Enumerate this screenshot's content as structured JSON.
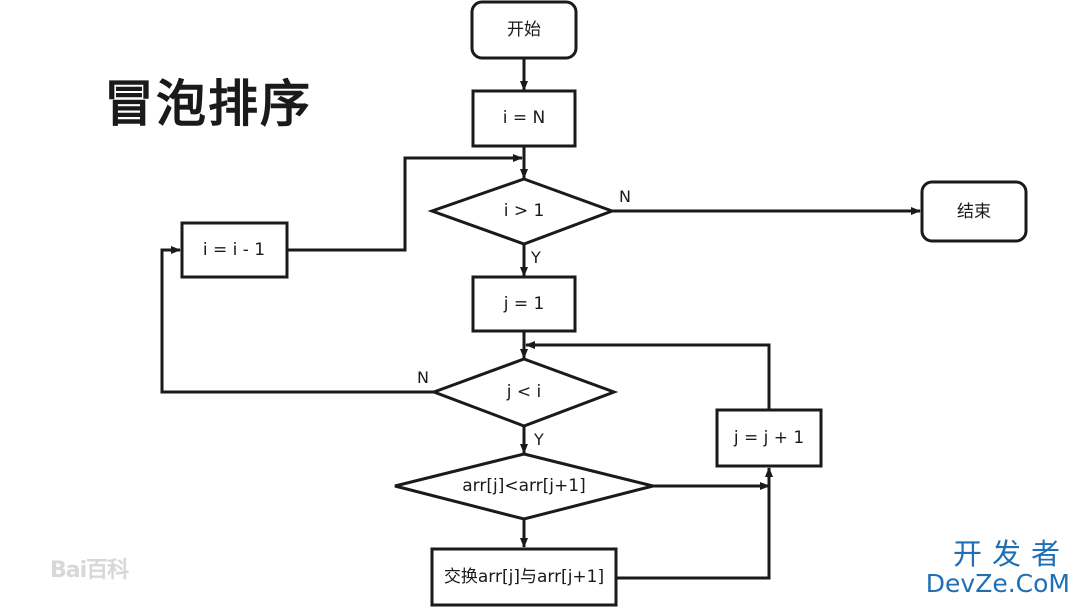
{
  "title": "冒泡排序",
  "nodes": {
    "start": "开始",
    "init_i": "i = N",
    "cond_i": "i > 1",
    "end": "结束",
    "init_j": "j = 1",
    "cond_j": "j < i",
    "dec_i": "i = i - 1",
    "compare": "arr[j]<arr[j+1]",
    "swap": "交换arr[j]与arr[j+1]",
    "inc_j": "j = j + 1"
  },
  "edge_labels": {
    "cond_i_no": "N",
    "cond_i_yes": "Y",
    "cond_j_no": "N",
    "cond_j_yes": "Y"
  },
  "watermarks": {
    "baidu": "Bai百科",
    "devze_cn": "开发者",
    "devze_en": "DevZe.CoM"
  }
}
